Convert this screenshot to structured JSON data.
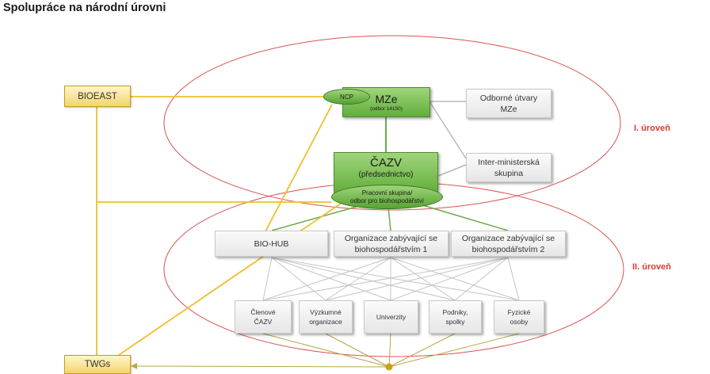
{
  "title": "Spolupráce na národní úrovni",
  "nodes": {
    "bioeast": "BIOEAST",
    "twgs": "TWGs",
    "ncp": "NCP",
    "mze": {
      "title": "MZe",
      "subtitle": "(odbor 14150)"
    },
    "cazv": {
      "title": "ČAZV",
      "subtitle": "(předsednictvo)"
    },
    "working_group": {
      "line1": "Pracovní skupina/",
      "line2": "odbor pro biohospodářství"
    },
    "odborne_utvary": {
      "line1": "Odborné útvary",
      "line2": "MZe"
    },
    "interministerska": {
      "line1": "Inter-ministerská",
      "line2": "skupina"
    },
    "biohub": "BIO-HUB",
    "org1": {
      "line1": "Organizace zabývající se",
      "line2": "biohospodářstvím 1"
    },
    "org2": {
      "line1": "Organizace zabývající se",
      "line2": "biohospodářstvím 2"
    },
    "clenove": {
      "line1": "Členové",
      "line2": "ČAZV"
    },
    "vyzkumne": {
      "line1": "Výzkumné",
      "line2": "organizace"
    },
    "univerzity": "Univerzity",
    "podniky": {
      "line1": "Podniky,",
      "line2": "spolky"
    },
    "fyzicke": {
      "line1": "Fyzické",
      "line2": "osoby"
    }
  },
  "levels": {
    "level1": "I. úroveň",
    "level2": "II. úroveň"
  },
  "colors": {
    "ellipse": "#d9534f",
    "level_label": "#d93a30",
    "yellow_link": "#f0bf2a",
    "green_link": "#6aa84f",
    "grey_link": "#b8b8b8",
    "olive_link": "#b8a64a"
  }
}
